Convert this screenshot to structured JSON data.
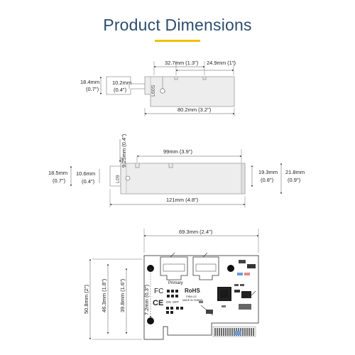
{
  "title": "Product Dimensions",
  "accent_color": "#f0c000",
  "title_color": "#2c4d6e",
  "bracket_low_profile": {
    "dim_top_left": "32.7mm (1.3\")",
    "dim_top_right": "24.9mm (1\")",
    "dim_height_outer_line1": "18.4mm",
    "dim_height_outer_line2": "(0.7\")",
    "dim_height_inner_line1": "10.2mm",
    "dim_height_inner_line2": "(0.4\")",
    "dim_length": "80.2mm (3.2\")",
    "part_mark": "L60S"
  },
  "bracket_full_profile": {
    "dim_tab": "9.25mm (0.4\")",
    "dim_slot_span": "99mm (3.9\")",
    "dim_height_outer_line1": "18.5mm",
    "dim_height_outer_line2": "(0.7\")",
    "dim_height_inner_line1": "10.6mm",
    "dim_height_inner_line2": "(0.4\")",
    "dim_right_inner_line1": "19.3mm",
    "dim_right_inner_line2": "(0.8\")",
    "dim_right_outer_line1": "21.8mm",
    "dim_right_outer_line2": "(0.9\")",
    "dim_length": "121mm (4.8\")",
    "part_mark": "L09"
  },
  "card": {
    "dim_width": "69.3mm (2.4\")",
    "dim_height_1": "50.8mm (2\")",
    "dim_height_2": "46.3mm (1.8\")",
    "dim_height_3": "39.8mm (1.6\")",
    "dim_height_4": "7.2mm (0.3\")",
    "label_primary": "Primary",
    "label_rohs": "RoHS",
    "label_fc": "FC",
    "label_ce": "CE",
    "label_on": "ON",
    "label_off": "OFF",
    "label_model": "FIBA-02",
    "label_made": "MADE IN TAIWAN"
  }
}
